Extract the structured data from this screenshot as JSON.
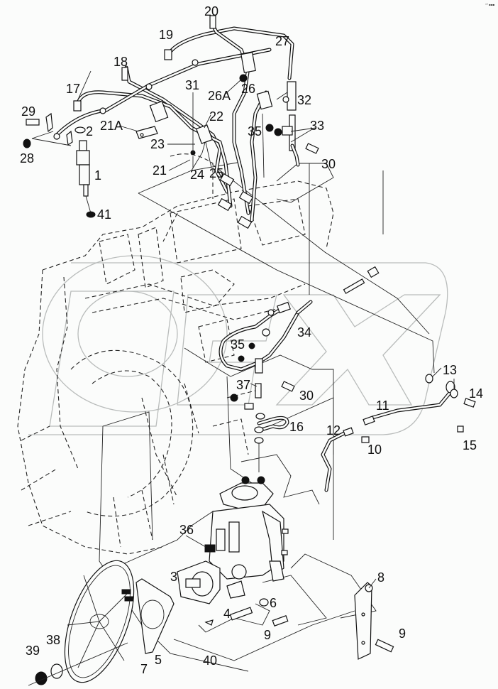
{
  "diagram": {
    "title": "Fuel injection pump and injection pipes (exploded parts view)",
    "watermark": "watermark logo (faint)",
    "corner_mark": "ᵃᴹ ▪▪▪",
    "callouts": [
      {
        "id": "20",
        "label": "20"
      },
      {
        "id": "19",
        "label": "19"
      },
      {
        "id": "27",
        "label": "27"
      },
      {
        "id": "18",
        "label": "18"
      },
      {
        "id": "31",
        "label": "31"
      },
      {
        "id": "26A",
        "label": "26A"
      },
      {
        "id": "26",
        "label": "26"
      },
      {
        "id": "32",
        "label": "32"
      },
      {
        "id": "17",
        "label": "17"
      },
      {
        "id": "22",
        "label": "22"
      },
      {
        "id": "29",
        "label": "29"
      },
      {
        "id": "2",
        "label": "2"
      },
      {
        "id": "21A",
        "label": "21A"
      },
      {
        "id": "35a",
        "label": "35"
      },
      {
        "id": "33",
        "label": "33"
      },
      {
        "id": "28",
        "label": "28"
      },
      {
        "id": "23",
        "label": "23"
      },
      {
        "id": "30a",
        "label": "30"
      },
      {
        "id": "21",
        "label": "21"
      },
      {
        "id": "24",
        "label": "24"
      },
      {
        "id": "25",
        "label": "25"
      },
      {
        "id": "1",
        "label": "1"
      },
      {
        "id": "41",
        "label": "41"
      },
      {
        "id": "34",
        "label": "34"
      },
      {
        "id": "35b",
        "label": "35"
      },
      {
        "id": "13",
        "label": "13"
      },
      {
        "id": "14",
        "label": "14"
      },
      {
        "id": "37",
        "label": "37"
      },
      {
        "id": "30b",
        "label": "30"
      },
      {
        "id": "11",
        "label": "11"
      },
      {
        "id": "16",
        "label": "16"
      },
      {
        "id": "12",
        "label": "12"
      },
      {
        "id": "10",
        "label": "10"
      },
      {
        "id": "15",
        "label": "15"
      },
      {
        "id": "36",
        "label": "36"
      },
      {
        "id": "8",
        "label": "8"
      },
      {
        "id": "3",
        "label": "3"
      },
      {
        "id": "6",
        "label": "6"
      },
      {
        "id": "4",
        "label": "4"
      },
      {
        "id": "38",
        "label": "38"
      },
      {
        "id": "5",
        "label": "5"
      },
      {
        "id": "40",
        "label": "40"
      },
      {
        "id": "9a",
        "label": "9"
      },
      {
        "id": "9b",
        "label": "9"
      },
      {
        "id": "39",
        "label": "39"
      },
      {
        "id": "7",
        "label": "7"
      }
    ]
  }
}
